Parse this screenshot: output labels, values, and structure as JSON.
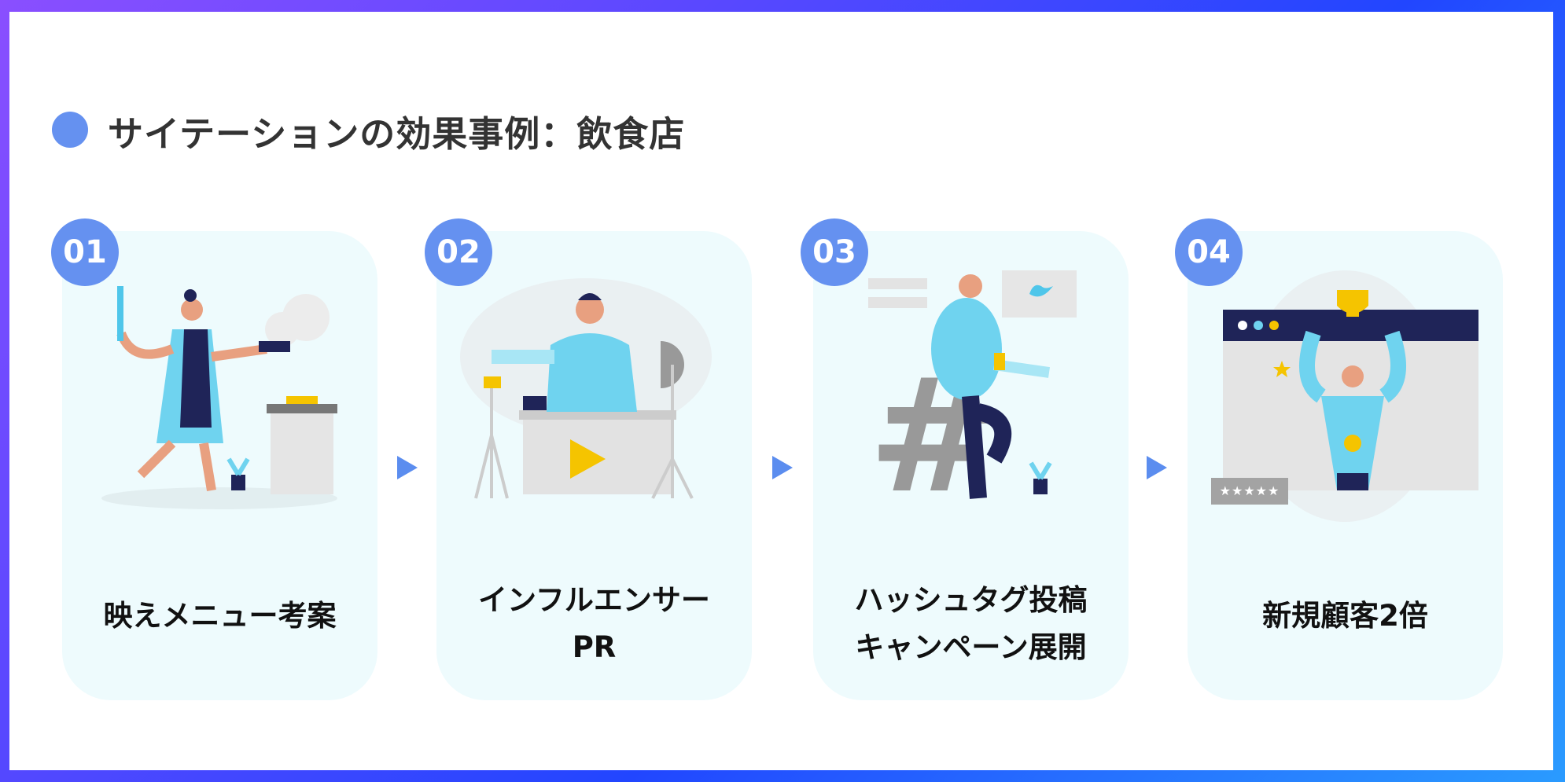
{
  "title": "サイテーションの効果事例：飲食店",
  "colors": {
    "accent": "#6591f0",
    "card_bg": "#eefbfd",
    "arrow": "#5b8def"
  },
  "steps": [
    {
      "number": "01",
      "label": "映えメニュー考案",
      "icon": "chef-cooking-illustration"
    },
    {
      "number": "02",
      "label_line1": "インフルエンサー",
      "label_line2": "PR",
      "icon": "influencer-video-illustration"
    },
    {
      "number": "03",
      "label_line1": "ハッシュタグ投稿",
      "label_line2": "キャンペーン展開",
      "icon": "hashtag-twitter-illustration"
    },
    {
      "number": "04",
      "label": "新規顧客2倍",
      "icon": "trophy-winner-illustration",
      "rating_stars": "★★★★★"
    }
  ]
}
